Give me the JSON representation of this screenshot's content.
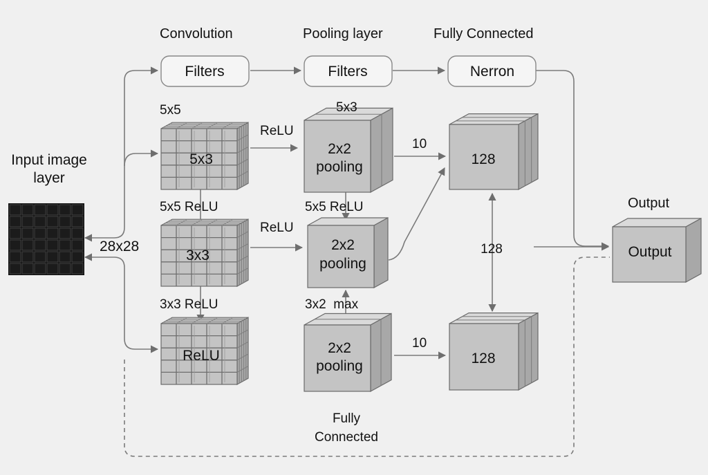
{
  "headers": {
    "convolution": "Convolution",
    "pooling": "Pooling layer",
    "fully_connected": "Fully Connected"
  },
  "top_boxes": {
    "filters_conv": "Filters",
    "filters_pool": "Filters",
    "neuron": "Nerron"
  },
  "input": {
    "title_line1": "Input image",
    "title_line2": "layer",
    "size": "28x28"
  },
  "conv": {
    "top_label": "5x5",
    "cube1": "5x3",
    "mid_label": "5x5 ReLU",
    "cube2": "3x3",
    "low_label": "3x3 ReLU",
    "cube3": "ReLU",
    "relu_top": "ReLU",
    "relu_mid": "ReLU"
  },
  "pool": {
    "top_label": "5x3",
    "block_line1": "2x2",
    "block_line2": "pooling",
    "mid_label": "5x5 ReLU",
    "low_label": "3x2  max"
  },
  "fc": {
    "top": "128",
    "mid": "128",
    "bottom": "128",
    "edge_top": "10",
    "edge_bottom": "10",
    "bottom_caption_line1": "Fully",
    "bottom_caption_line2": "Connected"
  },
  "output": {
    "header": "Output",
    "box": "Output"
  },
  "colors": {
    "background": "#f0f0f0",
    "block_front": "#c4c4c4",
    "block_side": "#a8a8a8",
    "block_top": "#dadada",
    "grid_cell": "#1b1b1b",
    "line": "#777777"
  }
}
